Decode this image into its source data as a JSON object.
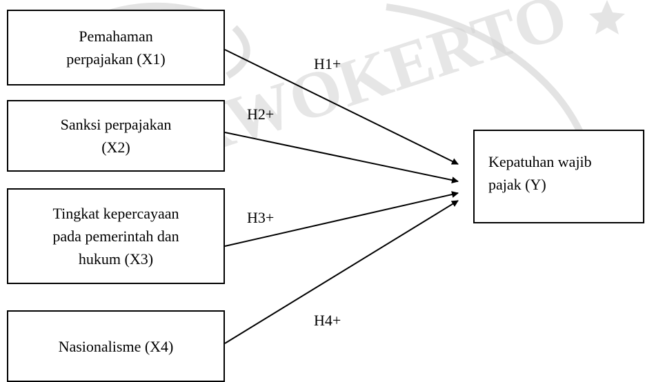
{
  "boxes": {
    "x1": "Pemahaman\nperpajakan (X1)",
    "x2": "Sanksi perpajakan\n(X2)",
    "x3": "Tingkat kepercayaan\npada pemerintah dan\nhukum (X3)",
    "x4": "Nasionalisme (X4)",
    "y": "Kepatuhan wajib\npajak (Y)"
  },
  "hypotheses": {
    "h1": "H1+",
    "h2": "H2+",
    "h3": "H3+",
    "h4": "H4+"
  },
  "watermark_text": "URWOKERTO"
}
